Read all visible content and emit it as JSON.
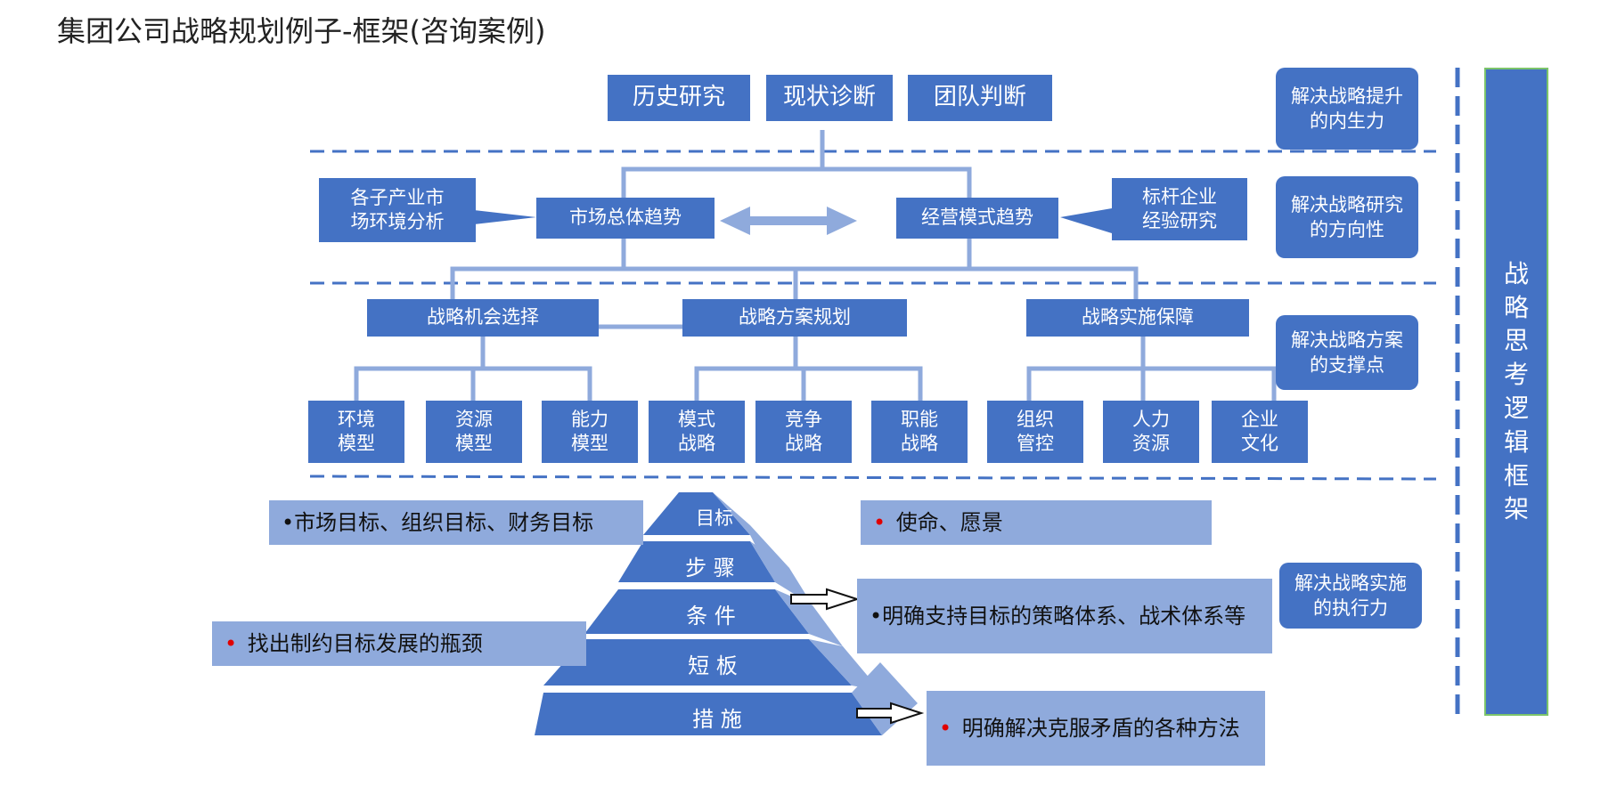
{
  "title": "集团公司战略规划例子-框架(咨询案例)",
  "top_boxes": [
    "历史研究",
    "现状诊断",
    "团队判断"
  ],
  "left_side_box": "各子产业市\n场环境分析",
  "right_side_box": "标杆企业\n经验研究",
  "trend_boxes": [
    "市场总体趋势",
    "经营模式趋势"
  ],
  "strategy_boxes": [
    "战略机会选择",
    "战略方案规划",
    "战略实施保障"
  ],
  "leaf_boxes": [
    "环境\n模型",
    "资源\n模型",
    "能力\n模型",
    "模式\n战略",
    "竞争\n战略",
    "职能\n战略",
    "组织\n管控",
    "人力\n资源",
    "企业\n文化"
  ],
  "right_labels": [
    "解决战略提升\n的内生力",
    "解决战略研究\n的方向性",
    "解决战略方案\n的支撑点",
    "解决战略实施\n的执行力"
  ],
  "side_vertical": "战略思考逻辑框架",
  "pyramid_levels": [
    "目标",
    "步 骤",
    "条 件",
    "短 板",
    "措 施"
  ],
  "notes": {
    "left_top": "•市场目标、组织目标、财务目标",
    "left_bottom": "找出制约目标发展的瓶颈",
    "right_top": "使命、愿景",
    "right_mid": "•明确支持目标的策略体系、战术体系等",
    "right_bottom": "明确解决克服矛盾的各种方法"
  },
  "colors": {
    "box_blue": "#4472c4",
    "light_blue": "#8faadc",
    "line_blue": "#8faadc",
    "dash_blue": "#4472c4",
    "bullet_red": "#e00000",
    "side_border": "#7cc46a"
  }
}
